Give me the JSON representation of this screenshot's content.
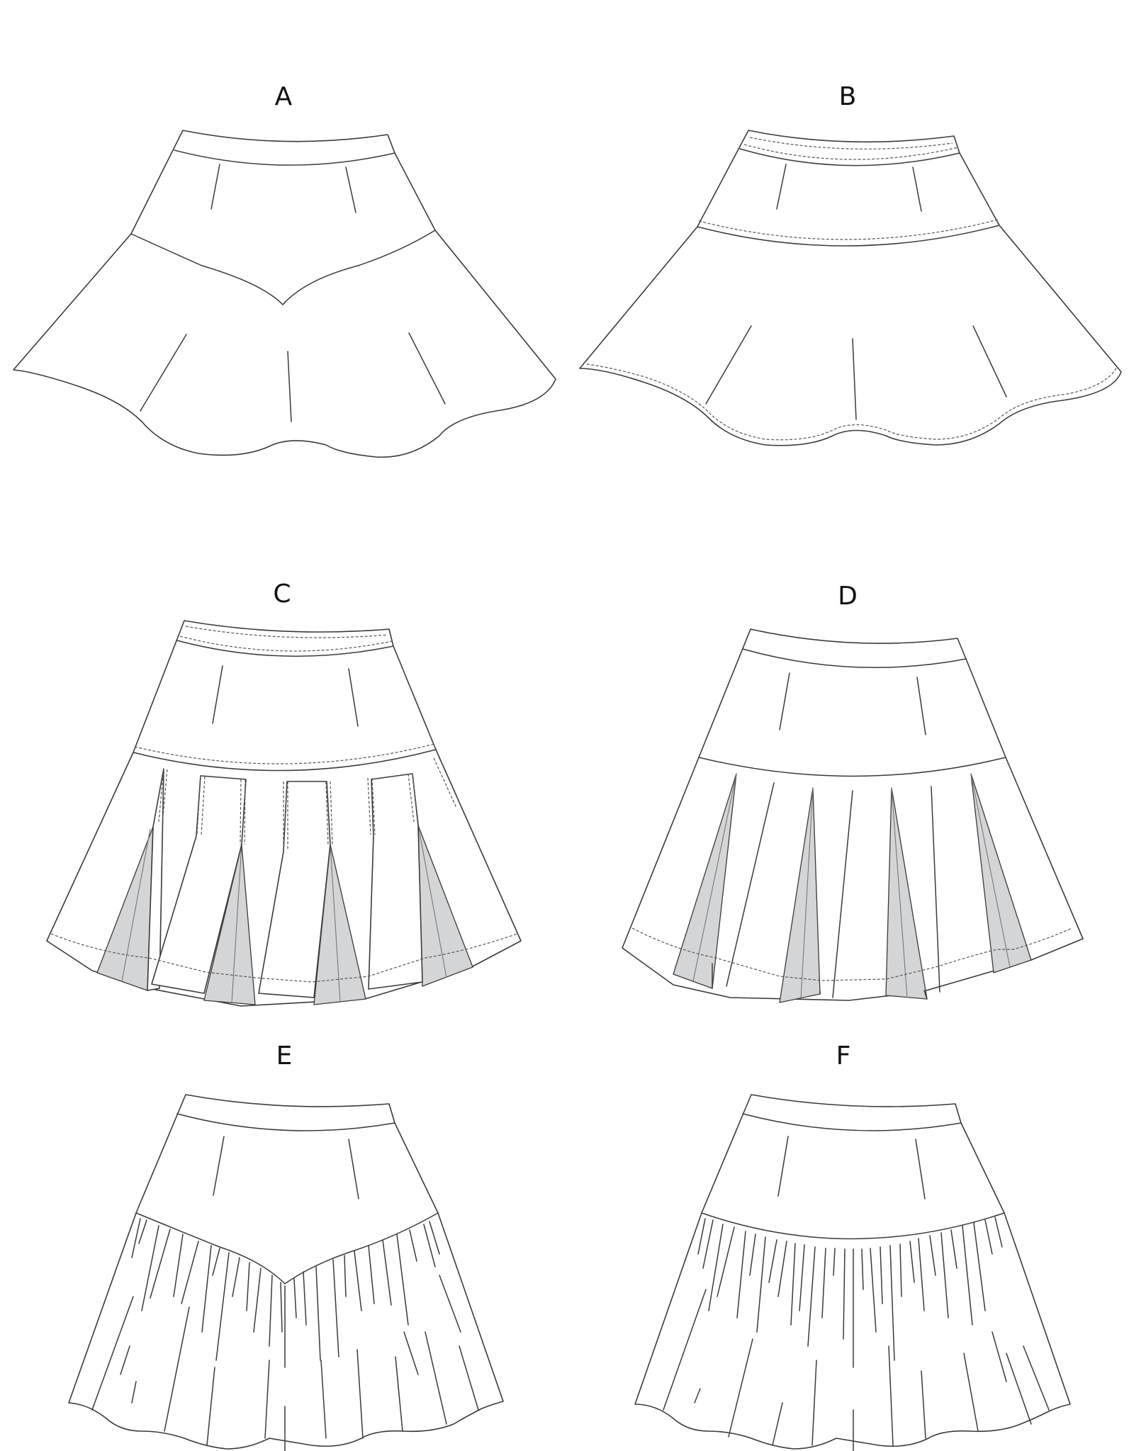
{
  "title": "Skirt variations technical flats",
  "views": [
    {
      "id": "A",
      "label": "A",
      "description": "Flared skirt with V-shaped yoke seam, plain waistband, curved scalloped hem"
    },
    {
      "id": "B",
      "label": "B",
      "description": "Flared skirt with straight yoke seam, topstitched waistband, yoke and hem"
    },
    {
      "id": "C",
      "label": "C",
      "description": "Drop-yoke skirt with stitched-down box/inverted pleats (grey inner folds), topstitched waistband"
    },
    {
      "id": "D",
      "label": "D",
      "description": "Drop-yoke skirt with knife/inverted pleats (grey inner folds), plain waistband, topstitched hem"
    },
    {
      "id": "E",
      "label": "E",
      "description": "Skirt with V-shaped yoke and gathered tier, scalloped hem"
    },
    {
      "id": "F",
      "label": "F",
      "description": "Skirt with straight yoke and gathered tier, scalloped hem"
    }
  ],
  "colors": {
    "line": "#3a3a3a",
    "pleat_fill": "#d4d5d7",
    "background": "#ffffff"
  }
}
